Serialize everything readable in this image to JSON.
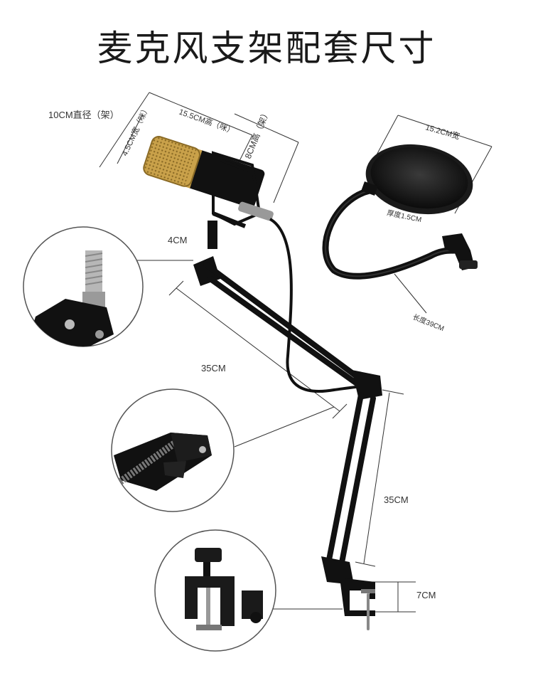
{
  "title": "麦克风支架配套尺寸",
  "labels": {
    "shock_mount_diameter": "10CM直径（架）",
    "mic_length": "15.5CM高（咪）",
    "mic_width": "4.5CM宽（咪）",
    "mount_height": "8CM高（架）",
    "filter_width": "15.2CM宽",
    "filter_thickness": "厚度1.5CM",
    "gooseneck_length": "长度39CM",
    "top_bolt": "4CM",
    "upper_arm": "35CM",
    "lower_arm": "35CM",
    "clamp": "7CM"
  },
  "colors": {
    "metal": "#111111",
    "gold": "#c9a14a",
    "dimension_line": "#333333",
    "circle_border": "#555555"
  }
}
